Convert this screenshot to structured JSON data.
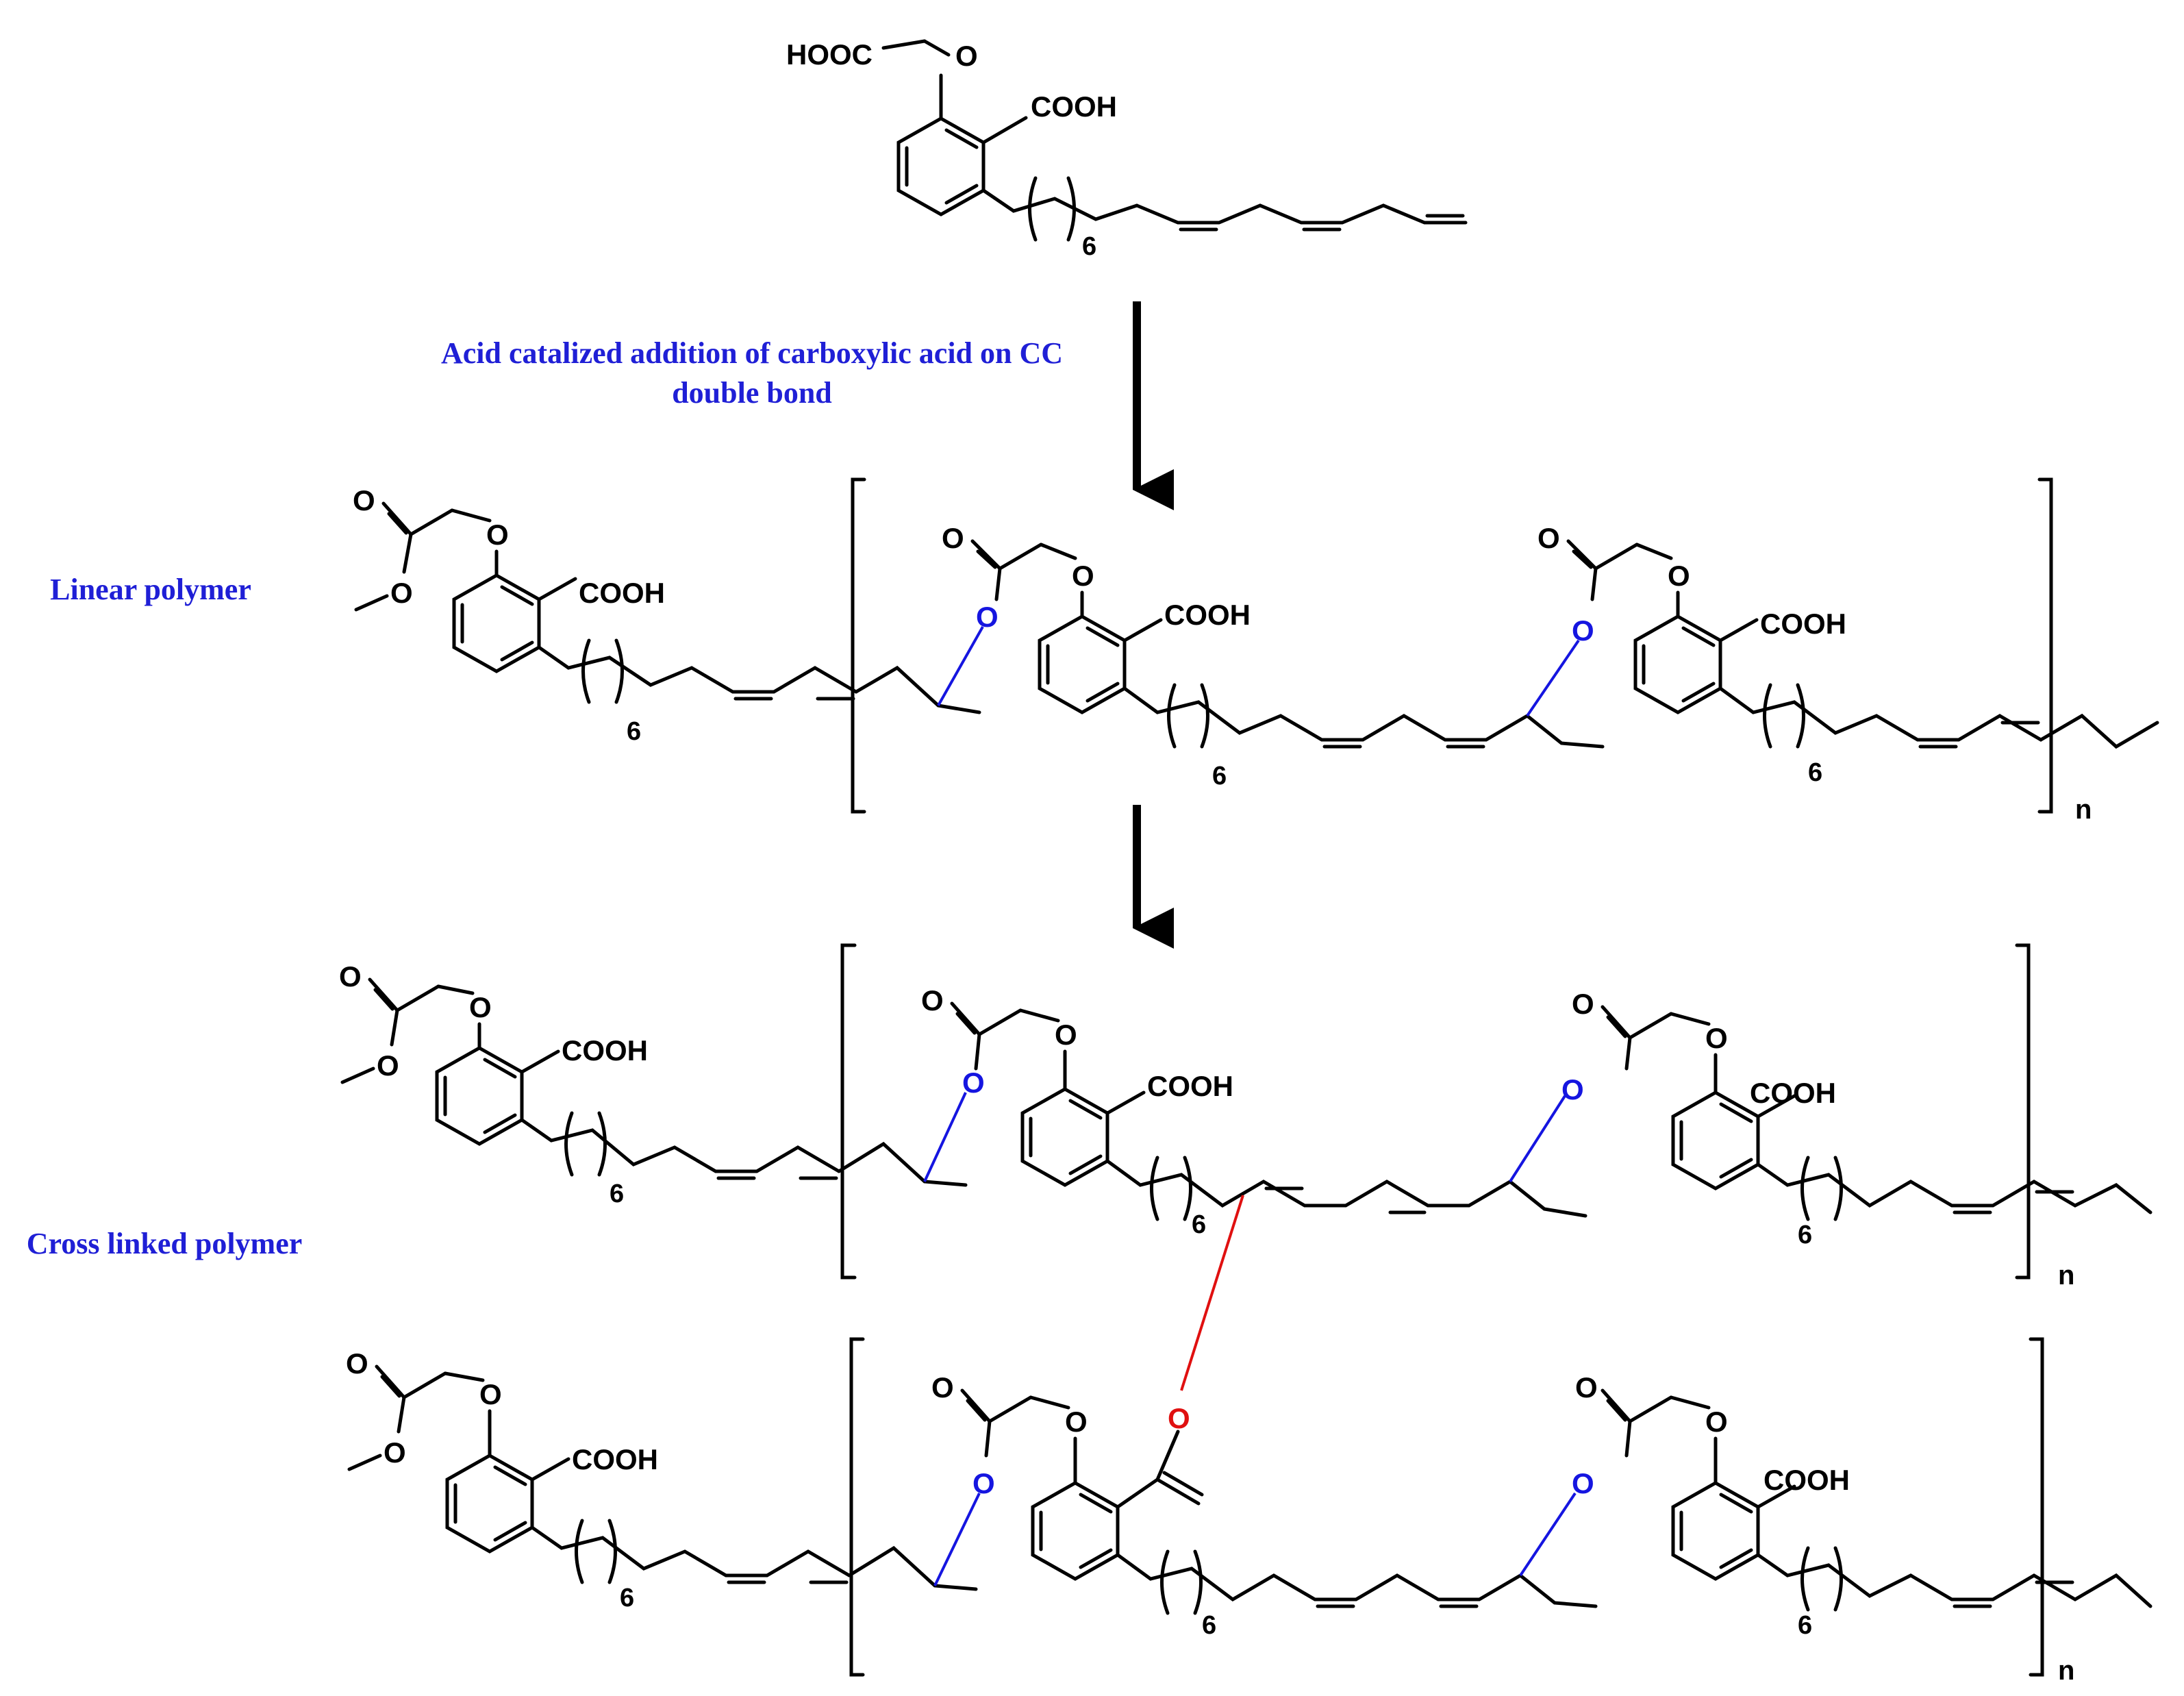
{
  "colors": {
    "ink": "#000000",
    "caption": "#1f1fd6",
    "ester_bond": "#1515e0",
    "crosslink": "#e01010"
  },
  "monomer": {
    "hooc": "HOOC",
    "oxygen": "O",
    "cooh": "COOH",
    "repeat": "6"
  },
  "reaction_caption": {
    "line1": "Acid catalized addition of carboxylic acid on CC",
    "line2": "double bond"
  },
  "linear_polymer": {
    "label": "Linear polymer",
    "n": "n"
  },
  "crosslinked_polymer": {
    "label": "Cross linked polymer",
    "n": "n"
  },
  "atoms": {
    "O": "O",
    "COOH": "COOH",
    "six": "6"
  }
}
